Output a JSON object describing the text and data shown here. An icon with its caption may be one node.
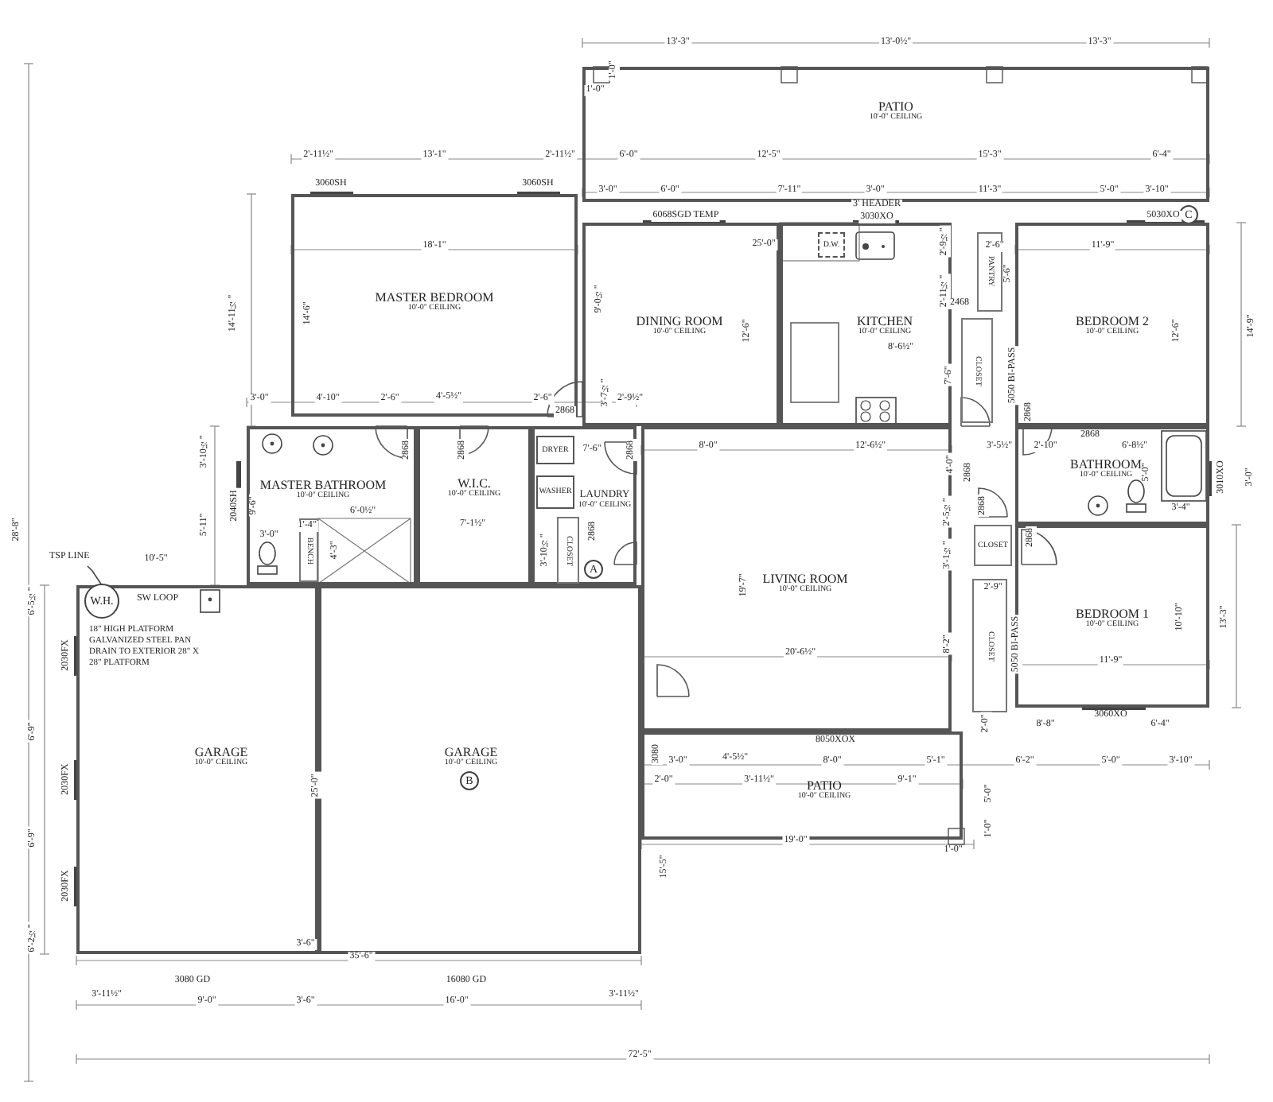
{
  "diagram": {
    "nodes": [
      {
        "text": [
          "PATIO",
          "10'-0\" CEILING"
        ]
      },
      {
        "text": [
          "MASTER BEDROOM",
          "10'-0\" CEILING"
        ]
      },
      {
        "text": [
          "DINING ROOM",
          "10'-0\" CEILING"
        ]
      },
      {
        "text": [
          "KITCHEN",
          "10'-0\" CEILING"
        ]
      },
      {
        "text": [
          "D.W."
        ],
        "in": 3
      },
      {
        "text": [
          "C"
        ]
      },
      {
        "text": [
          "PANTRY"
        ]
      },
      {
        "text": [
          "BEDROOM 2",
          "10'-0\" CEILING"
        ]
      },
      {
        "text": [
          "CLOSET"
        ]
      },
      {
        "text": [
          "MASTER BATHROOM",
          "10'-0\" CEILING"
        ]
      },
      {
        "text": [
          "BENCH"
        ],
        "in": 9
      },
      {
        "text": [
          "W.I.C.",
          "10'-0\" CEILING"
        ]
      },
      {
        "text": [
          "LAUNDRY",
          "10'-0\" CEILING"
        ]
      },
      {
        "text": [
          "DRYER"
        ],
        "in": 12
      },
      {
        "text": [
          "WASHER"
        ],
        "in": 12
      },
      {
        "text": [
          "CLOSET"
        ],
        "in": 12
      },
      {
        "text": [
          "BATHROOM",
          "10'-0\" CEILING"
        ]
      },
      {
        "text": [
          "CLOSET"
        ]
      },
      {
        "text": [
          "LIVING ROOM",
          "10'-0\" CEILING"
        ]
      },
      {
        "text": [
          "A"
        ],
        "in": 12
      },
      {
        "text": [
          "BEDROOM 1",
          "10'-0\" CEILING"
        ]
      },
      {
        "text": [
          "CLOSET"
        ]
      },
      {
        "text": [
          "TSP LINE"
        ]
      },
      {
        "text": [
          "GARAGE",
          "10'-0\" CEILING"
        ]
      },
      {
        "text": [
          "W.H."
        ],
        "in": 23
      },
      {
        "text": [
          "GARAGE",
          "10'-0\" CEILING"
        ]
      },
      {
        "text": [
          "B"
        ],
        "in": 25
      },
      {
        "text": [
          "PATIO",
          "10'-0\" CEILING"
        ]
      }
    ],
    "edges": [
      {
        "from": 22,
        "to": 24,
        "arrow": "none"
      }
    ],
    "labels": [
      "13'-3\"",
      "13'-0½\"",
      "13'-3\"",
      "1'-0\"",
      "1'-0\"",
      "2'-11½\"",
      "13'-1\"",
      "2'-11½\"",
      "6'-0\"",
      "12'-5\"",
      "15'-3\"",
      "6'-4\"",
      "3'-0\"",
      "6'-0\"",
      "7'-11\"",
      "3'-0\"",
      "11'-3\"",
      "5'-0\"",
      "3'-10\"",
      "3060SH",
      "3060SH",
      "6068SGD TEMP",
      "3' HEADER",
      "3030XO",
      "5030XO",
      "18'-1\"",
      "25'-0\"",
      "2'-9½\"",
      "2'-6\"",
      "11'-9\"",
      "5'-6\"",
      "14'-11½\"",
      "14'-6\"",
      "9'-0½\"",
      "12'-6\"",
      "2'-11½\"",
      "2468",
      "8'-6½\"",
      "12'-6\"",
      "14'-9\"",
      "7'-6\"",
      "5050 BI-PASS",
      "3'-0\"",
      "4'-10\"",
      "2'-6\"",
      "4'-5½\"",
      "2'-6\"",
      "2868",
      "3'-7½\"",
      "2'-9½\"",
      "3'-10½\"",
      "2868",
      "2868",
      "7'-6\"",
      "2868",
      "8'-0\"",
      "12'-6½\"",
      "2868",
      "3'-5½\"",
      "2'-10\"",
      "2868",
      "6'-8½\"",
      "4'-0\"",
      "2868",
      "3010XO",
      "3'-0\"",
      "3'-4\"",
      "5'-0\"",
      "2040SH",
      "9'-6\"",
      "5'-11\"",
      "3'-0\"",
      "1'-4\"",
      "4'-3\"",
      "6'-0½\"",
      "7'-1½\"",
      "3'-10½\"",
      "2868",
      "2'-5½\"",
      "2868",
      "2868",
      "3'-1½\"",
      "10'-5\"",
      "SW LOOP",
      "18\" HIGH PLATFORM GALVANIZED STEEL PAN DRAIN TO EXTERIOR 28\" X 28\" PLATFORM",
      "19'-7\"",
      "2'-9\"",
      "28'-8\"",
      "6'-5½\"",
      "10'-10\"",
      "13'-3\"",
      "5050 BI-PASS",
      "8'-2\"",
      "2030FX",
      "20'-6½\"",
      "11'-9\"",
      "2'-0\"",
      "3060XO",
      "8'-8\"",
      "6'-4\"",
      "6'-9\"",
      "8050XOX",
      "3080",
      "3'-0\"",
      "4'-5½\"",
      "8'-0\"",
      "5'-1\"",
      "6'-2\"",
      "5'-0\"",
      "3'-10\"",
      "2030FX",
      "25'-0\"",
      "2'-0\"",
      "3'-11½\"",
      "9'-1\"",
      "5'-0\"",
      "6'-9\"",
      "1'-0\"",
      "19'-0\"",
      "1'-0\"",
      "15'-5\"",
      "2030FX",
      "6'-2½\"",
      "3'-6\"",
      "35'-6\"",
      "3080 GD",
      "16080 GD",
      "3'-11½\"",
      "9'-0\"",
      "3'-6\"",
      "16'-0\"",
      "3'-11½\"",
      "72'-5\""
    ]
  }
}
